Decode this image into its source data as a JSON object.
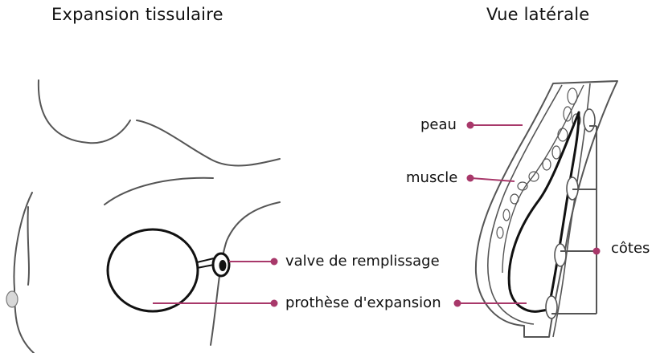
{
  "titles": {
    "left": "Expansion tissulaire",
    "right": "Vue latérale"
  },
  "labels": {
    "valve": "valve de remplissage",
    "prosthesis": "prothèse d'expansion",
    "skin": "peau",
    "muscle": "muscle",
    "ribs": "côtes"
  },
  "colors": {
    "leader": "#a8386a",
    "outline": "#555555",
    "ink": "#111111"
  }
}
